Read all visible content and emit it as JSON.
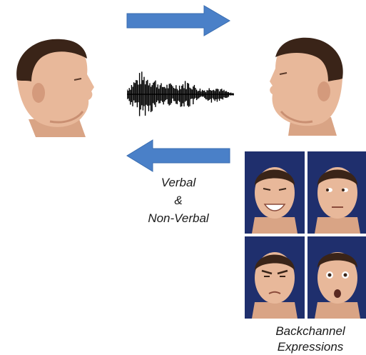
{
  "colors": {
    "arrow": "#4a80c8",
    "arrow_edge": "#3a6db0",
    "skin": "#e8b89a",
    "skin_shadow": "#c98f72",
    "hair": "#3a2418",
    "photo_bg": "#1f2f6d",
    "waveform": "#000000"
  },
  "labels": {
    "verbal": "Verbal",
    "amp": "&",
    "nonverbal": "Non-Verbal",
    "backchannel_line1": "Backchannel",
    "backchannel_line2": "Expressions"
  },
  "icons": {
    "top_arrow": "arrow-right-icon",
    "bottom_arrow": "arrow-left-icon",
    "audio": "audio-waveform-icon"
  },
  "expressions": [
    "smile",
    "neutral-sideglance",
    "frown",
    "surprise"
  ]
}
